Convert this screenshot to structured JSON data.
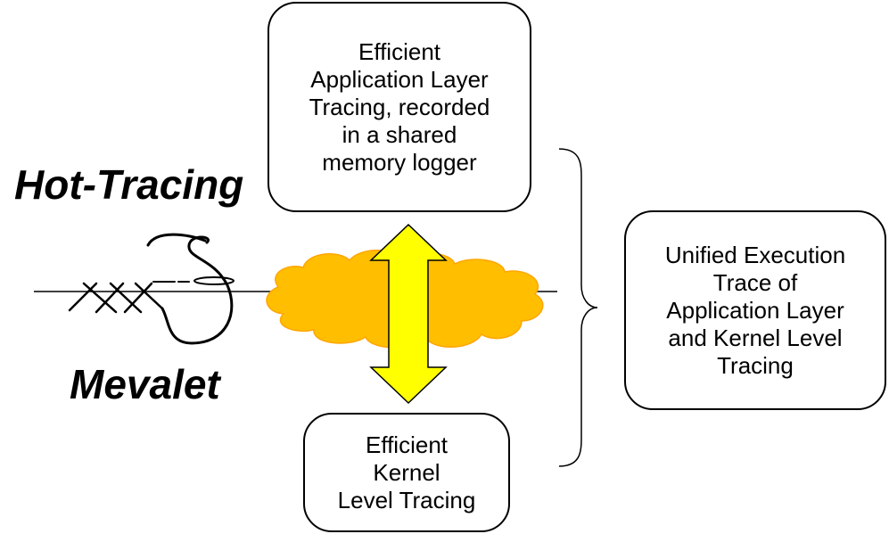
{
  "labels": {
    "hot_tracing": "Hot-Tracing",
    "mevalet": "Mevalet"
  },
  "boxes": {
    "app_layer": [
      "Efficient",
      "Application Layer",
      "Tracing, recorded",
      "in a shared",
      "memory logger"
    ],
    "kernel": [
      "Efficient",
      "Kernel",
      "Level Tracing"
    ],
    "unified": [
      "Unified Execution",
      "Trace of",
      "Application Layer",
      "and Kernel Level",
      "Tracing"
    ]
  },
  "colors": {
    "cloud": "#FFBF00",
    "arrow": "#FFFF00",
    "stroke": "#000000"
  },
  "icons": {
    "stitch": "thread-stitch-icon",
    "cloud": "cloud-shape",
    "arrow": "double-arrow",
    "brace": "right-curly-brace"
  }
}
